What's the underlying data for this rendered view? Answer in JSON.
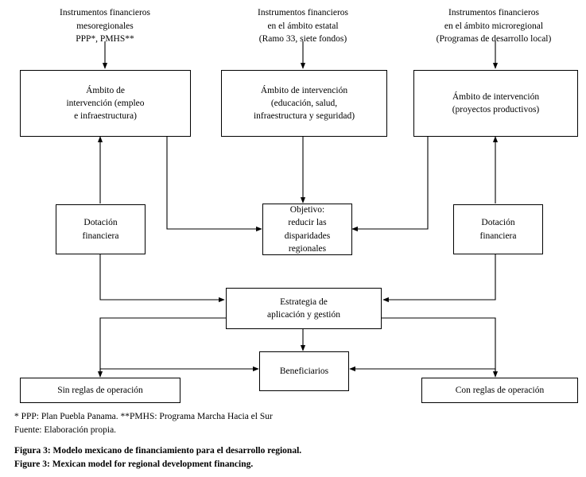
{
  "figure": {
    "sources": [
      {
        "id": "source-mesoregional",
        "text": "Instrumentos financieros\nmesoregionales\nPPP*, PMHS**"
      },
      {
        "id": "source-estatal",
        "text": "Instrumentos financieros\nen el ámbito estatal\n(Ramo 33, siete fondos)"
      },
      {
        "id": "source-microregional",
        "text": "Instrumentos financieros\nen el ámbito microregional\n(Programas de desarrollo local)"
      }
    ],
    "boxes": [
      {
        "id": "ambito-empleo",
        "text": "Ámbito de\nintervención (empleo\ne infraestructura)"
      },
      {
        "id": "ambito-educacion",
        "text": "Ámbito de intervención\n(educación, salud,\ninfraestructura y seguridad)"
      },
      {
        "id": "ambito-proyectos",
        "text": "Ámbito de intervención\n(proyectos productivos)"
      },
      {
        "id": "dotacion-izquierda",
        "text": "Dotación\nfinanciera"
      },
      {
        "id": "objetivo",
        "text": "Objetivo:\nreducir las\ndisparidades\nregionales"
      },
      {
        "id": "dotacion-derecha",
        "text": "Dotación\nfinanciera"
      },
      {
        "id": "estrategia",
        "text": "Estrategia de\naplicación y gestión"
      },
      {
        "id": "beneficiarios",
        "text": "Beneficiarios"
      },
      {
        "id": "sin-reglas",
        "text": "Sin reglas de operación"
      },
      {
        "id": "con-reglas",
        "text": "Con reglas de operación"
      }
    ],
    "notes": [
      "* PPP: Plan Puebla Panama. **PMHS: Programa Marcha Hacia el Sur",
      "Fuente: Elaboración propia."
    ],
    "caption": [
      "Figura 3: Modelo mexicano de financiamiento para el desarrollo regional.",
      "Figure 3: Mexican model for regional development financing."
    ],
    "colors": {
      "background": "#ffffff",
      "line": "#000000",
      "text": "#000000"
    }
  }
}
